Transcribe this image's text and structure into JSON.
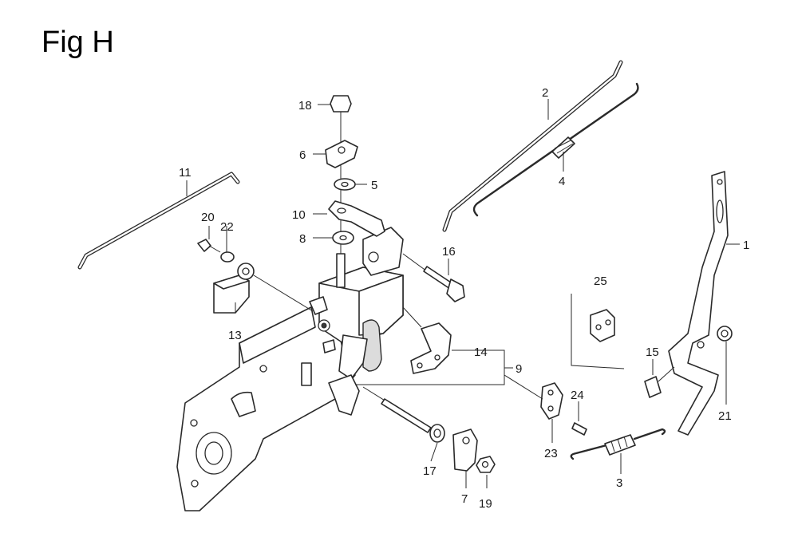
{
  "figure": {
    "title": "Fig H"
  },
  "callouts": {
    "c1": "1",
    "c2": "2",
    "c3": "3",
    "c4": "4",
    "c5": "5",
    "c6": "6",
    "c7": "7",
    "c8": "8",
    "c9": "9",
    "c10": "10",
    "c11": "11",
    "c13": "13",
    "c14": "14",
    "c15": "15",
    "c16": "16",
    "c17": "17",
    "c18": "18",
    "c19": "19",
    "c20": "20",
    "c21": "21",
    "c22": "22",
    "c23": "23",
    "c24": "24",
    "c25": "25"
  }
}
